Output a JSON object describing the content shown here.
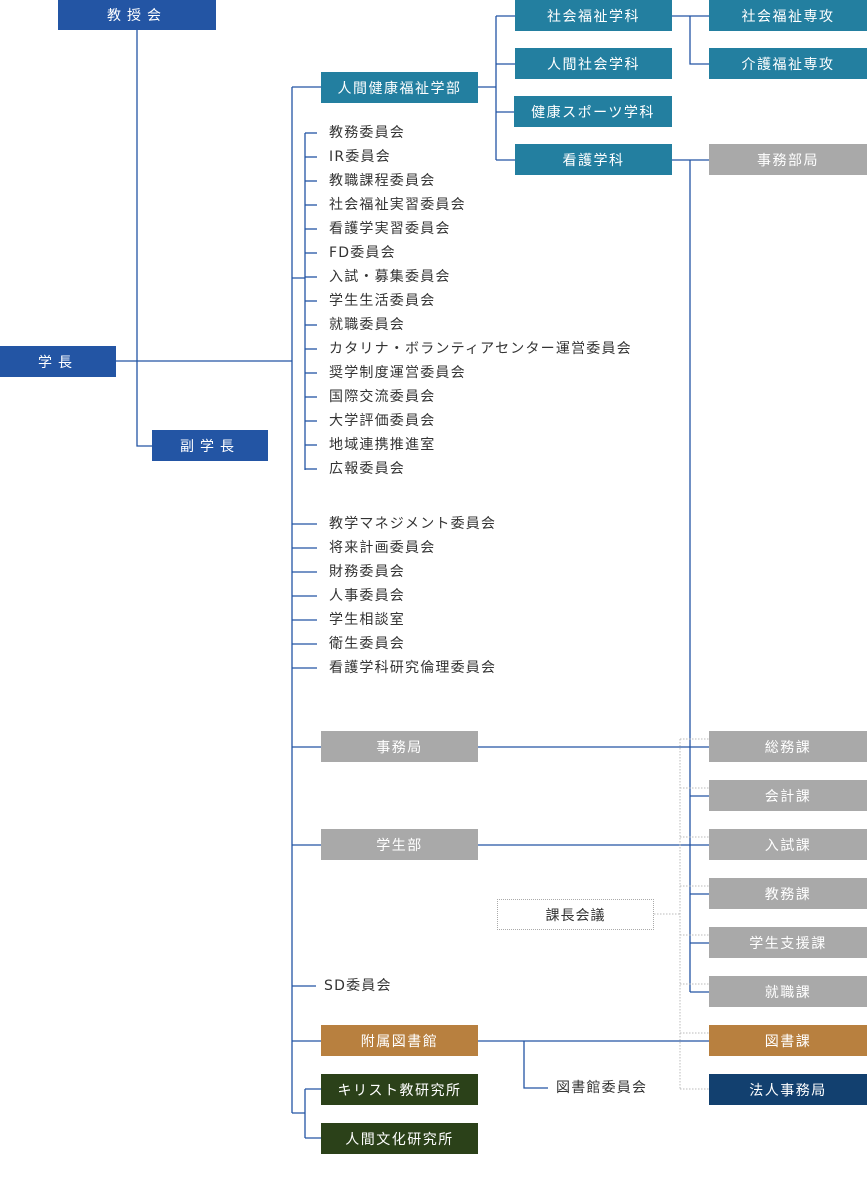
{
  "colors": {
    "line": "#2355a4",
    "dotted": "#bbbbbb",
    "top": "#2355a4",
    "faculty": "#237fa0",
    "office": "#a9a9a9",
    "library": "#b8803f",
    "corp": "#12406f",
    "institute": "#2b4119"
  },
  "top": {
    "professors": "教授会",
    "president": "学長",
    "vice_president": "副学長"
  },
  "faculty": {
    "name": "人間健康福祉学部",
    "departments": [
      "社会福祉学科",
      "人間社会学科",
      "健康スポーツ学科",
      "看護学科"
    ],
    "majors": [
      "社会福祉専攻",
      "介護福祉専攻"
    ],
    "nursing_office": "事務部局"
  },
  "committees": [
    "教務委員会",
    "IR委員会",
    "教職課程委員会",
    "社会福祉実習委員会",
    "看護学実習委員会",
    "FD委員会",
    "入試・募集委員会",
    "学生生活委員会",
    "就職委員会",
    "カタリナ・ボランティアセンター運営委員会",
    "奨学制度運営委員会",
    "国際交流委員会",
    "大学評価委員会",
    "地域連携推進室",
    "広報委員会"
  ],
  "university_committees": [
    "教学マネジメント委員会",
    "将来計画委員会",
    "財務委員会",
    "人事委員会",
    "学生相談室",
    "衛生委員会",
    "看護学科研究倫理委員会"
  ],
  "admin": {
    "office": "事務局",
    "student_affairs": "学生部",
    "sd": "SD委員会",
    "library": "附属図書館",
    "library_committee": "図書館委員会",
    "christian_institute": "キリスト教研究所",
    "culture_institute": "人間文化研究所",
    "section_chiefs": "課長会議"
  },
  "sections": [
    "総務課",
    "会計課",
    "入試課",
    "教務課",
    "学生支援課",
    "就職課",
    "図書課",
    "法人事務局"
  ]
}
